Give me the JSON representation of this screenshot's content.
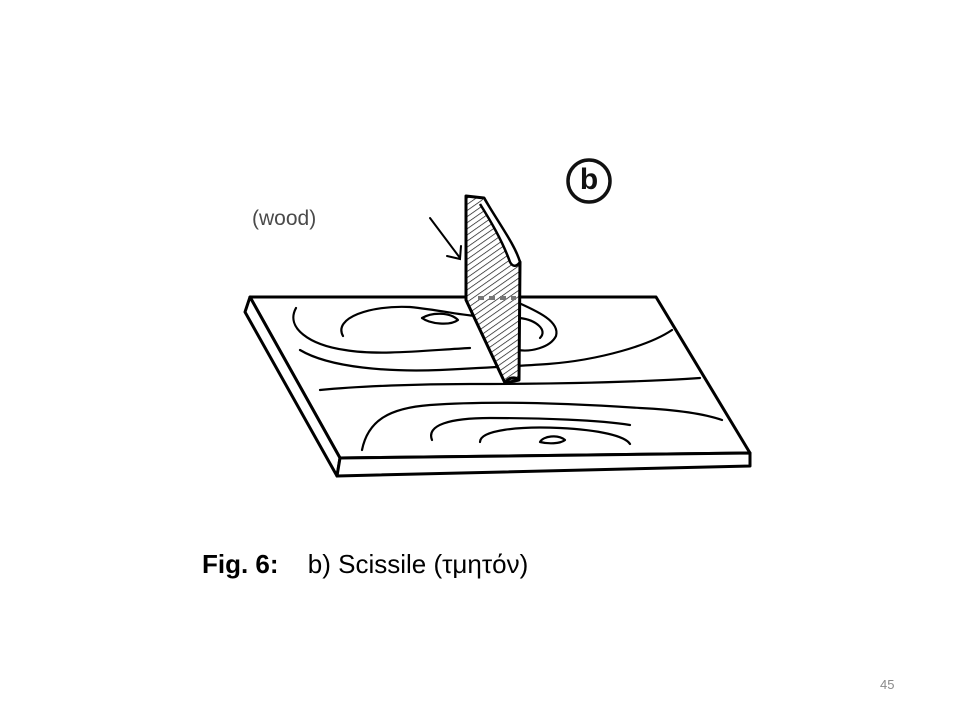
{
  "figure": {
    "material_label": "(wood)",
    "badge": "b"
  },
  "caption": {
    "label": "Fig. 6:",
    "text": "b) Scissile (τμητόν)"
  },
  "page_number": "45",
  "colors": {
    "ink": "#000000",
    "badge_ring": "#111111",
    "blade_fill": "#9a9a9a",
    "label_gray": "#4a4a4a",
    "page_number_gray": "#8a8a8a"
  }
}
